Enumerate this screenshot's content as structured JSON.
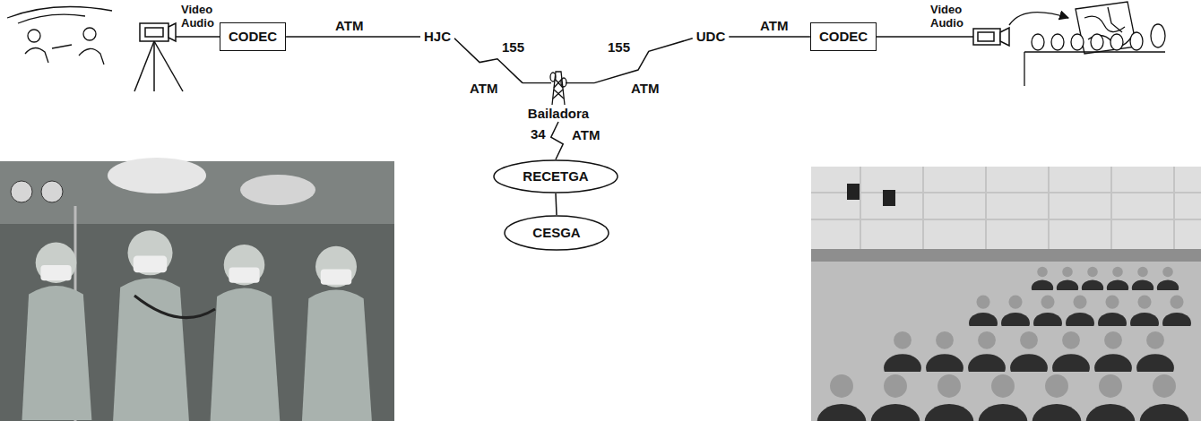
{
  "diagram": {
    "nodes": [
      {
        "text": [
          "CODEC"
        ]
      },
      {
        "text": [
          "HJC"
        ]
      },
      {
        "text": [
          "Bailadora"
        ]
      },
      {
        "text": [
          "UDC"
        ]
      },
      {
        "text": [
          "CODEC"
        ]
      },
      {
        "text": [
          "RECETGA"
        ]
      },
      {
        "text": [
          "CESGA"
        ]
      }
    ],
    "edges": [
      {
        "from": 0,
        "to": 1,
        "arrow": "none",
        "label": "ATM"
      },
      {
        "from": 1,
        "to": 2,
        "arrow": "none",
        "label": "155"
      },
      {
        "from": 2,
        "to": 3,
        "arrow": "none",
        "label": "155"
      },
      {
        "from": 3,
        "to": 4,
        "arrow": "none",
        "label": "ATM"
      },
      {
        "from": 2,
        "to": 5,
        "arrow": "none",
        "label": "34"
      },
      {
        "from": 5,
        "to": 6,
        "arrow": "none"
      }
    ],
    "labels": [
      "Video Audio",
      "ATM",
      "ATM",
      "Video Audio",
      "ATM"
    ]
  }
}
